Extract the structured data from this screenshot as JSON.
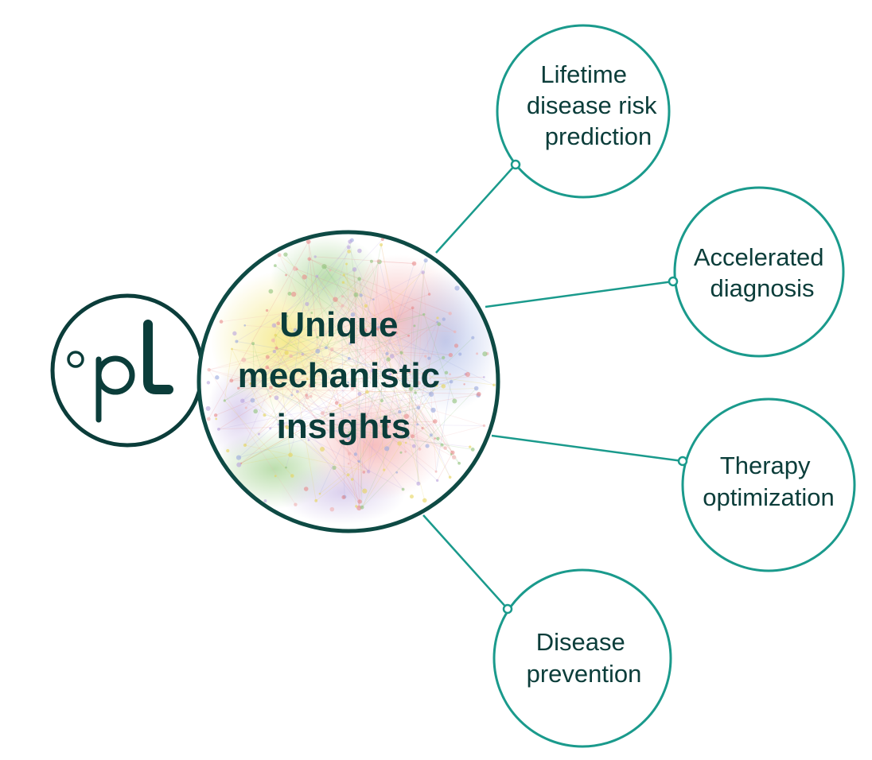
{
  "colors": {
    "teal": "#1a9a8c",
    "dark_green": "#0b3d3a",
    "dark_teal_ring": "#0e4a44"
  },
  "logo": {
    "text": "pl",
    "icon": "logo-pl-icon"
  },
  "center": {
    "lines": [
      "Unique",
      "mechanistic",
      "insights"
    ],
    "background": "network-graph-image"
  },
  "outcomes": [
    {
      "id": "lifetime-risk",
      "lines": [
        "Lifetime",
        "disease risk",
        "prediction"
      ]
    },
    {
      "id": "accelerated-diagnosis",
      "lines": [
        "Accelerated",
        "diagnosis"
      ]
    },
    {
      "id": "therapy-optimization",
      "lines": [
        "Therapy",
        "optimization"
      ]
    },
    {
      "id": "disease-prevention",
      "lines": [
        "Disease",
        "prevention"
      ]
    }
  ]
}
